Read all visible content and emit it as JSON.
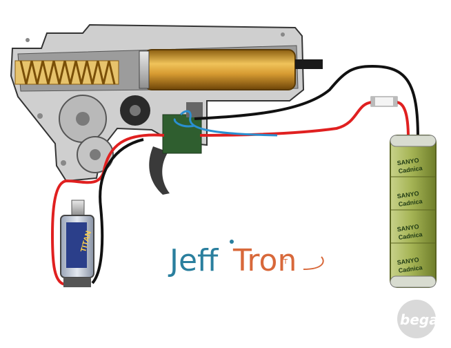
{
  "logo": {
    "part1": "Jeff",
    "part2": "Tron",
    "sub": "IT"
  },
  "watermark": {
    "text": "begadi"
  },
  "battery": {
    "brand": "SANYO",
    "line": "Cadnica"
  },
  "motor": {
    "label": "TITAN"
  },
  "colors": {
    "wire_red": "#e02020",
    "wire_black": "#111111",
    "wire_blue": "#2a8fd0",
    "logo_blue": "#2a7f9e",
    "logo_orange": "#d8683a",
    "cylinder_gold": "#c9962e",
    "battery_green": "#a8b85a"
  }
}
